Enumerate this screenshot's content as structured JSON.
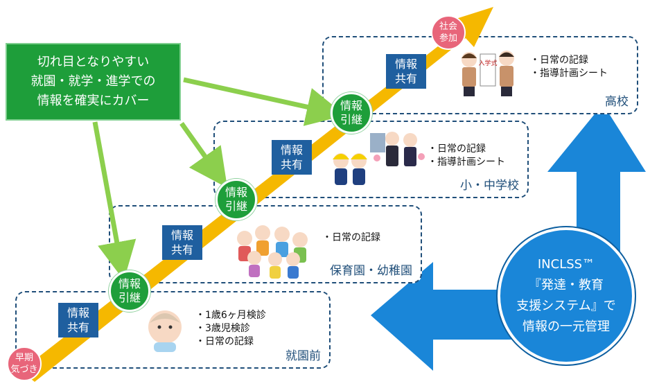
{
  "stages": [
    {
      "id": "pre",
      "label": "就園前",
      "items": [
        "1歳6ヶ月検診",
        "3歳児検診",
        "日常の記録"
      ]
    },
    {
      "id": "nursery",
      "label": "保育園・幼稚園",
      "items": [
        "日常の記録"
      ]
    },
    {
      "id": "elementary",
      "label": "小・中学校",
      "items": [
        "日常の記録",
        "指導計画シート"
      ]
    },
    {
      "id": "high",
      "label": "高校",
      "items": [
        "日常の記録",
        "指導計画シート"
      ]
    }
  ],
  "share_label": [
    "情報",
    "共有"
  ],
  "handover_label": [
    "情報",
    "引継"
  ],
  "start_badge": [
    "早期",
    "気づき"
  ],
  "end_badge": [
    "社会",
    "参加"
  ],
  "callout": [
    "切れ目となりやすい",
    "就園・就学・進学での",
    "情報を確実にカバー"
  ],
  "system": [
    "INCLSS™",
    "『発達・教育",
    "支援システム』で",
    "情報の一元管理"
  ],
  "illustration_text": "入学式",
  "colors": {
    "arrow": "#f5b800",
    "share": "#1f5f9f",
    "handover": "#1e9e3a",
    "system": "#1a86d8",
    "dash": "#1f4e79",
    "badge": "#e8657a"
  }
}
